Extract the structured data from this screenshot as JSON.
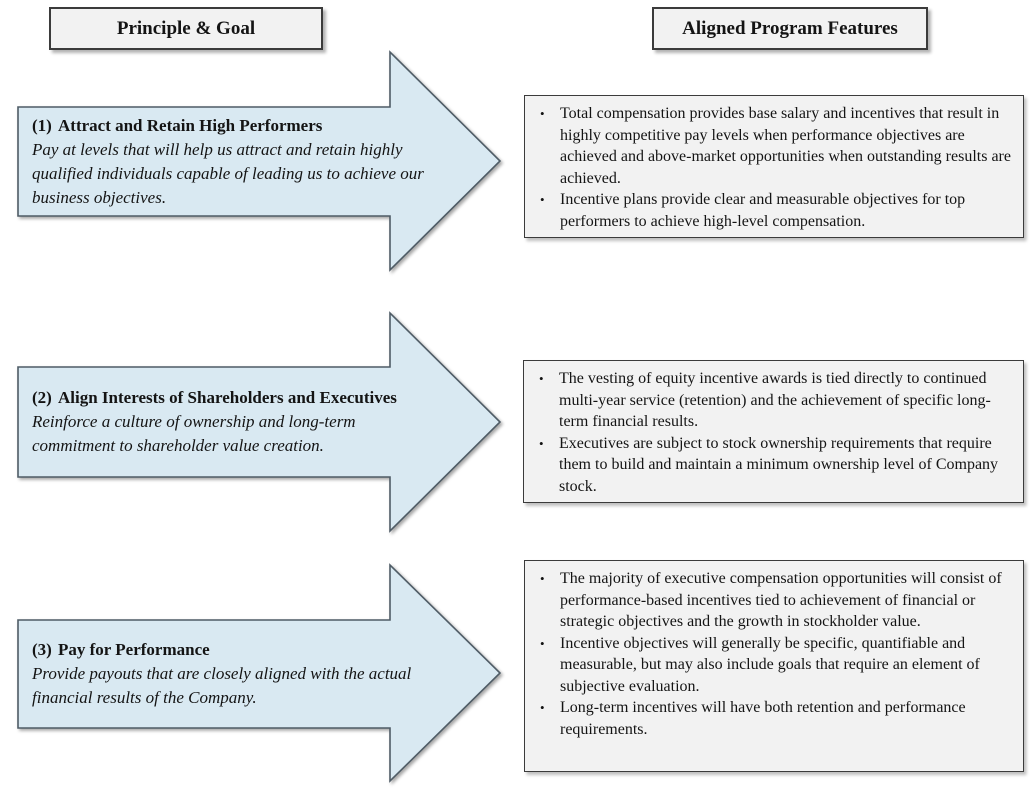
{
  "diagram": {
    "bullet_glyph": "•",
    "column_headers": {
      "left": "Principle & Goal",
      "right": "Aligned Program Features"
    },
    "rows": [
      {
        "number": "(1)",
        "title": "Attract and Retain High Performers",
        "goal": "Pay at levels that will help us attract and retain highly qualified individuals capable of leading us to achieve our business objectives.",
        "features": [
          "Total compensation provides base salary and incentives that result in highly competitive pay levels when performance objectives are achieved and above-market opportunities when outstanding results are achieved.",
          "Incentive plans provide clear and measurable objectives for top performers to achieve high-level compensation."
        ]
      },
      {
        "number": "(2)",
        "title": "Align Interests of Shareholders and Executives",
        "goal": "Reinforce a culture of ownership and long-term commitment to shareholder value creation.",
        "features": [
          "The vesting of equity incentive awards is tied directly to continued multi-year service (retention) and the achievement of specific long-term financial results.",
          "Executives are subject to stock ownership requirements that require them to build and maintain a minimum ownership level of Company stock."
        ]
      },
      {
        "number": "(3)",
        "title": "Pay for Performance",
        "goal": "Provide payouts that are closely aligned with the actual financial results of the Company.",
        "features": [
          "The majority of executive compensation opportunities will consist of performance-based incentives tied to achievement of financial or strategic objectives and the growth in stockholder value.",
          "Incentive objectives will generally be specific, quantifiable and measurable, but may also include goals that require an element of subjective evaluation.",
          "Long-term incentives will have both retention and performance requirements."
        ]
      }
    ],
    "colors": {
      "background": "#ffffff",
      "arrow_fill": "#d9e9f2",
      "arrow_border": "#4f5c66",
      "box_fill": "#f2f2f2",
      "box_border": "#3b3b3b",
      "text": "#141414"
    }
  }
}
